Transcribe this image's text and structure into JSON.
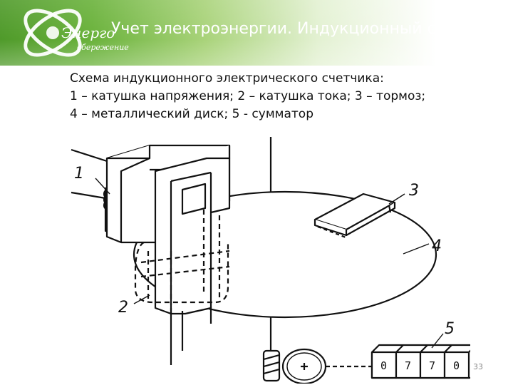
{
  "header": {
    "title": "Учет электроэнергии. Индукционный счетчик",
    "logo_word": "Энерго",
    "logo_sub": "сбережение"
  },
  "caption": {
    "line1": "Схема индукционного электрического счетчика:",
    "line2": "1 – катушка напряжения; 2 – катушка тока; 3 – тормоз;",
    "line3": "4 – металлический диск; 5 - сумматор"
  },
  "figure": {
    "labels": {
      "l1": "1",
      "l2": "2",
      "l3": "3",
      "l4": "4",
      "l5": "5"
    },
    "counter_digits": [
      "0",
      "7",
      "7",
      "0"
    ]
  },
  "page_number": "33",
  "colors": {
    "header_green": "#6ab23b",
    "ink": "#111111"
  }
}
